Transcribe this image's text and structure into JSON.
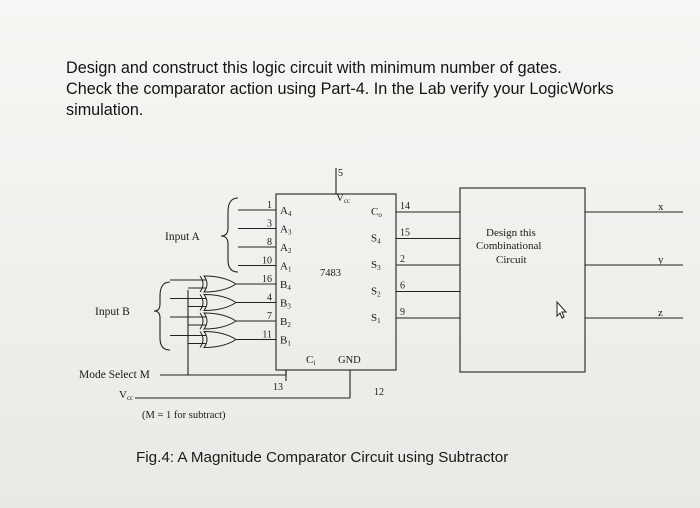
{
  "instructions": {
    "line1": "Design and construct this logic circuit with minimum number of gates.",
    "line2": "Check the comparator action using Part-4. In the Lab verify your LogicWorks",
    "line3": "simulation."
  },
  "figure": {
    "chip_name": "7483",
    "vcc_pin": "5",
    "vcc_label": "V",
    "vcc_sub": "cc",
    "gnd_label": "GND",
    "gnd_pin": "12",
    "cin_label": "C",
    "cin_sub": "i",
    "cin_pin": "13",
    "input_a_label": "Input A",
    "input_b_label": "Input B",
    "mode_select_label": "Mode Select M",
    "vcc_source_label": "V",
    "vcc_source_sub": "cc",
    "mode_note": "(M = 1 for subtract)",
    "left_pins": [
      {
        "num": "1",
        "name": "A",
        "sub": "4"
      },
      {
        "num": "3",
        "name": "A",
        "sub": "3"
      },
      {
        "num": "8",
        "name": "A",
        "sub": "2"
      },
      {
        "num": "10",
        "name": "A",
        "sub": "1"
      },
      {
        "num": "16",
        "name": "B",
        "sub": "4"
      },
      {
        "num": "4",
        "name": "B",
        "sub": "3"
      },
      {
        "num": "7",
        "name": "B",
        "sub": "2"
      },
      {
        "num": "11",
        "name": "B",
        "sub": "1"
      }
    ],
    "right_pins": [
      {
        "num": "14",
        "name": "C",
        "sub": "o"
      },
      {
        "num": "15",
        "name": "S",
        "sub": "4"
      },
      {
        "num": "2",
        "name": "S",
        "sub": "3"
      },
      {
        "num": "6",
        "name": "S",
        "sub": "2"
      },
      {
        "num": "9",
        "name": "S",
        "sub": "1"
      }
    ],
    "combinational_box": {
      "line1": "Design this",
      "line2": "Combinational",
      "line3": "Circuit"
    },
    "outputs": [
      "x",
      "y",
      "z"
    ]
  },
  "caption": "Fig.4: A Magnitude Comparator Circuit using Subtractor"
}
